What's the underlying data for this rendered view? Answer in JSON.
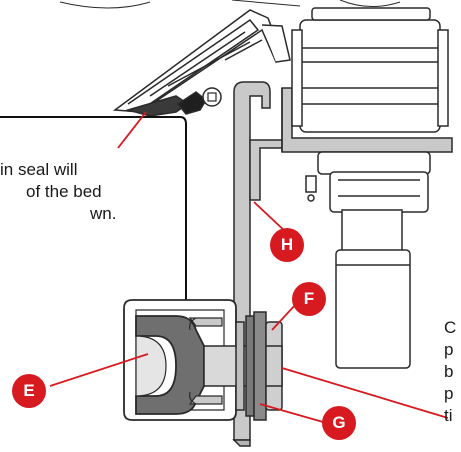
{
  "colors": {
    "callout": "#d71920",
    "leader": "#d71920",
    "outline": "#2a2a2a",
    "metal": "#c9c9c9",
    "rubber": "#6f6f6f",
    "background": "#ffffff"
  },
  "left_text": {
    "line1": "in seal will",
    "line2": "of the bed",
    "line3": "wn."
  },
  "right_text": {
    "line1": "C",
    "line2": "p",
    "line3": "b",
    "line4": "p",
    "line5": "ti"
  },
  "callouts": {
    "e": "E",
    "f": "F",
    "g": "G",
    "h": "H"
  }
}
